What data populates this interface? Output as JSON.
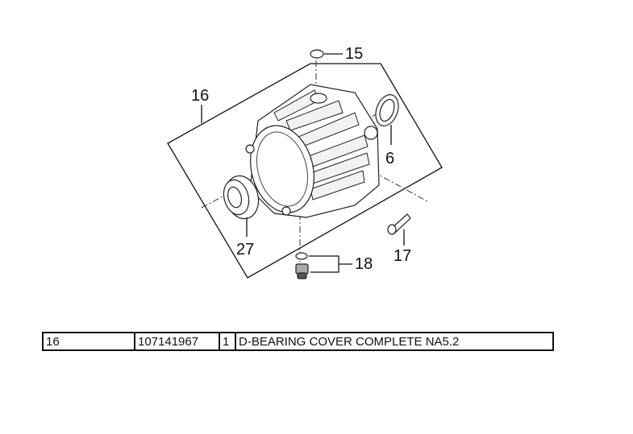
{
  "callouts": {
    "c15": "15",
    "c16": "16",
    "c6": "6",
    "c27": "27",
    "c17": "17",
    "c18": "18"
  },
  "parts_table": {
    "rows": [
      {
        "pos": "16",
        "part_no": "107141967",
        "qty": "1",
        "description": "D-BEARING COVER COMPLETE NA5.2"
      }
    ]
  }
}
